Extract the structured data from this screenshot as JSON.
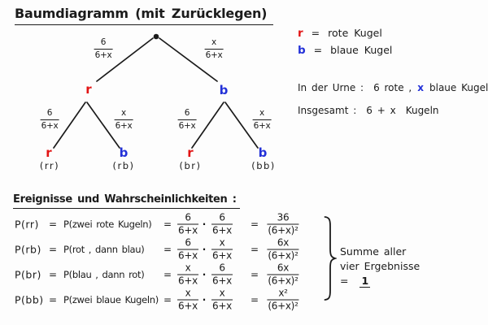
{
  "title": "Baumdiagramm (mit Zurücklegen)",
  "legend": {
    "r_symbol": "r",
    "r_eq": "=",
    "r_label": "rote Kugel",
    "b_symbol": "b",
    "b_eq": "=",
    "b_label": "blaue Kugel"
  },
  "urn": {
    "line1_label": "In der Urne :",
    "line1_count": "6 rote ,",
    "line1_x": "x",
    "line1_rest": "blaue Kugeln",
    "line2_label": "Insgesamt :",
    "line2_value": "6 + x",
    "line2_unit": "Kugeln"
  },
  "tree": {
    "level1_fractions": [
      {
        "num": "6",
        "den": "6+x"
      },
      {
        "num": "x",
        "den": "6+x"
      }
    ],
    "level1_nodes": [
      {
        "label": "r"
      },
      {
        "label": "b"
      }
    ],
    "level2_fractions": [
      {
        "num": "6",
        "den": "6+x"
      },
      {
        "num": "x",
        "den": "6+x"
      },
      {
        "num": "6",
        "den": "6+x"
      },
      {
        "num": "x",
        "den": "6+x"
      }
    ],
    "leaves": [
      {
        "label": "r",
        "outcome": "(rr)"
      },
      {
        "label": "b",
        "outcome": "(rb)"
      },
      {
        "label": "r",
        "outcome": "(br)"
      },
      {
        "label": "b",
        "outcome": "(bb)"
      }
    ]
  },
  "events": {
    "heading": "Ereignisse und Wahrscheinlichkeiten :",
    "rows": [
      {
        "p": "P(rr)",
        "eq1": "=",
        "desc": "P(zwei rote Kugeln)",
        "eq2": "=",
        "f1": {
          "num": "6",
          "den": "6+x"
        },
        "dot": "·",
        "f2": {
          "num": "6",
          "den": "6+x"
        },
        "eq3": "=",
        "res": {
          "num": "36",
          "den": "(6+x)²"
        }
      },
      {
        "p": "P(rb)",
        "eq1": "=",
        "desc": "P(rot , dann blau)",
        "eq2": "=",
        "f1": {
          "num": "6",
          "den": "6+x"
        },
        "dot": "·",
        "f2": {
          "num": "x",
          "den": "6+x"
        },
        "eq3": "=",
        "res": {
          "num": "6x",
          "den": "(6+x)²"
        }
      },
      {
        "p": "P(br)",
        "eq1": "=",
        "desc": "P(blau , dann rot)",
        "eq2": "=",
        "f1": {
          "num": "x",
          "den": "6+x"
        },
        "dot": "·",
        "f2": {
          "num": "6",
          "den": "6+x"
        },
        "eq3": "=",
        "res": {
          "num": "6x",
          "den": "(6+x)²"
        }
      },
      {
        "p": "P(bb)",
        "eq1": "=",
        "desc": "P(zwei blaue Kugeln)",
        "eq2": "=",
        "f1": {
          "num": "x",
          "den": "6+x"
        },
        "dot": "·",
        "f2": {
          "num": "x",
          "den": "6+x"
        },
        "eq3": "=",
        "res": {
          "num": "x²",
          "den": "(6+x)²"
        }
      }
    ],
    "note": {
      "line1": "Summe aller",
      "line2": "vier Ergebnisse",
      "line3_eq": "=",
      "line3_value": "1"
    }
  },
  "colors": {
    "red": "#e21414",
    "blue": "#2331d8",
    "ink": "#1b1b1b"
  }
}
